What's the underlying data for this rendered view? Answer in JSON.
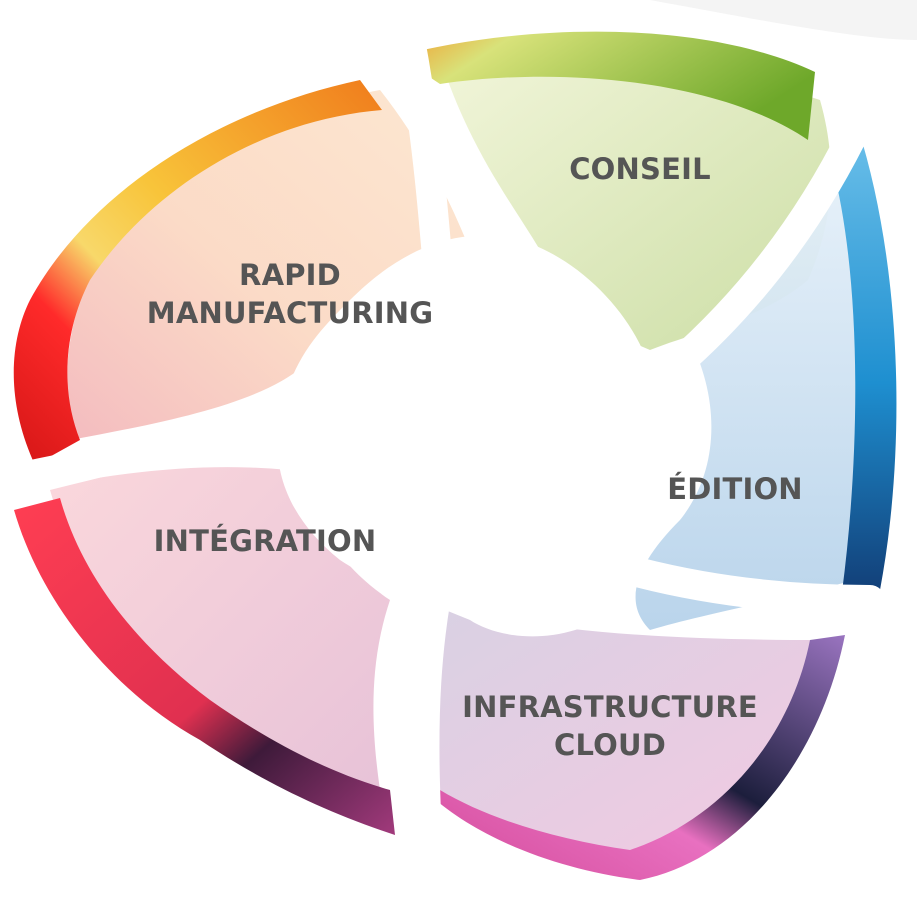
{
  "segments": [
    {
      "id": "conseil",
      "lines": [
        "CONSEIL"
      ],
      "color": "#9bc23c",
      "rim_from": "#cfe07a",
      "rim_to": "#7fb32a",
      "fill": "#e4efc0"
    },
    {
      "id": "rapid-manufacturing",
      "lines": [
        "RAPID",
        "MANUFACTURING"
      ],
      "color": "#f39b1c",
      "rim_from": "#f7c94a",
      "rim_to": "#f08a1c",
      "fill": "#fbe0c8"
    },
    {
      "id": "edition",
      "lines": [
        "ÉDITION"
      ],
      "color": "#2f8fcf",
      "rim_from": "#5bb6e6",
      "rim_to": "#1b5e9e",
      "fill": "#cfe4f2"
    },
    {
      "id": "integration",
      "lines": [
        "INTÉGRATION"
      ],
      "color": "#e8364a",
      "rim_from": "#ff4458",
      "rim_to": "#5a1c48",
      "fill": "#f9d0d4"
    },
    {
      "id": "infrastructure-cloud",
      "lines": [
        "INFRASTRUCTURE",
        "CLOUD"
      ],
      "color": "#8a5aa8",
      "rim_from": "#b07ac8",
      "rim_to": "#2a2550",
      "fill": "#e0d0e8"
    }
  ]
}
